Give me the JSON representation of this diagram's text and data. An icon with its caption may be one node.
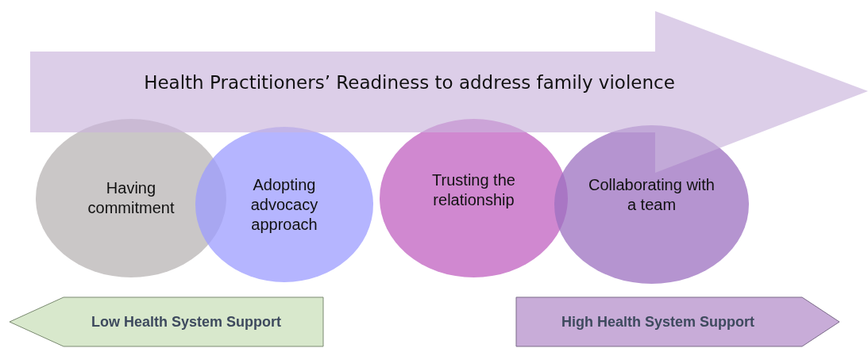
{
  "diagram": {
    "nodes": [
      {
        "text": [
          "Health Practitioners’ Readiness to address family violence"
        ]
      },
      {
        "text": [
          "Having commitment"
        ]
      },
      {
        "text": [
          "Adopting advocacy approach"
        ]
      },
      {
        "text": [
          "Trusting the relationship"
        ]
      },
      {
        "text": [
          "Collaborating with a team"
        ]
      },
      {
        "text": [
          "Low Health System Support"
        ]
      },
      {
        "text": [
          "High Health System Support"
        ]
      }
    ],
    "edges": []
  }
}
